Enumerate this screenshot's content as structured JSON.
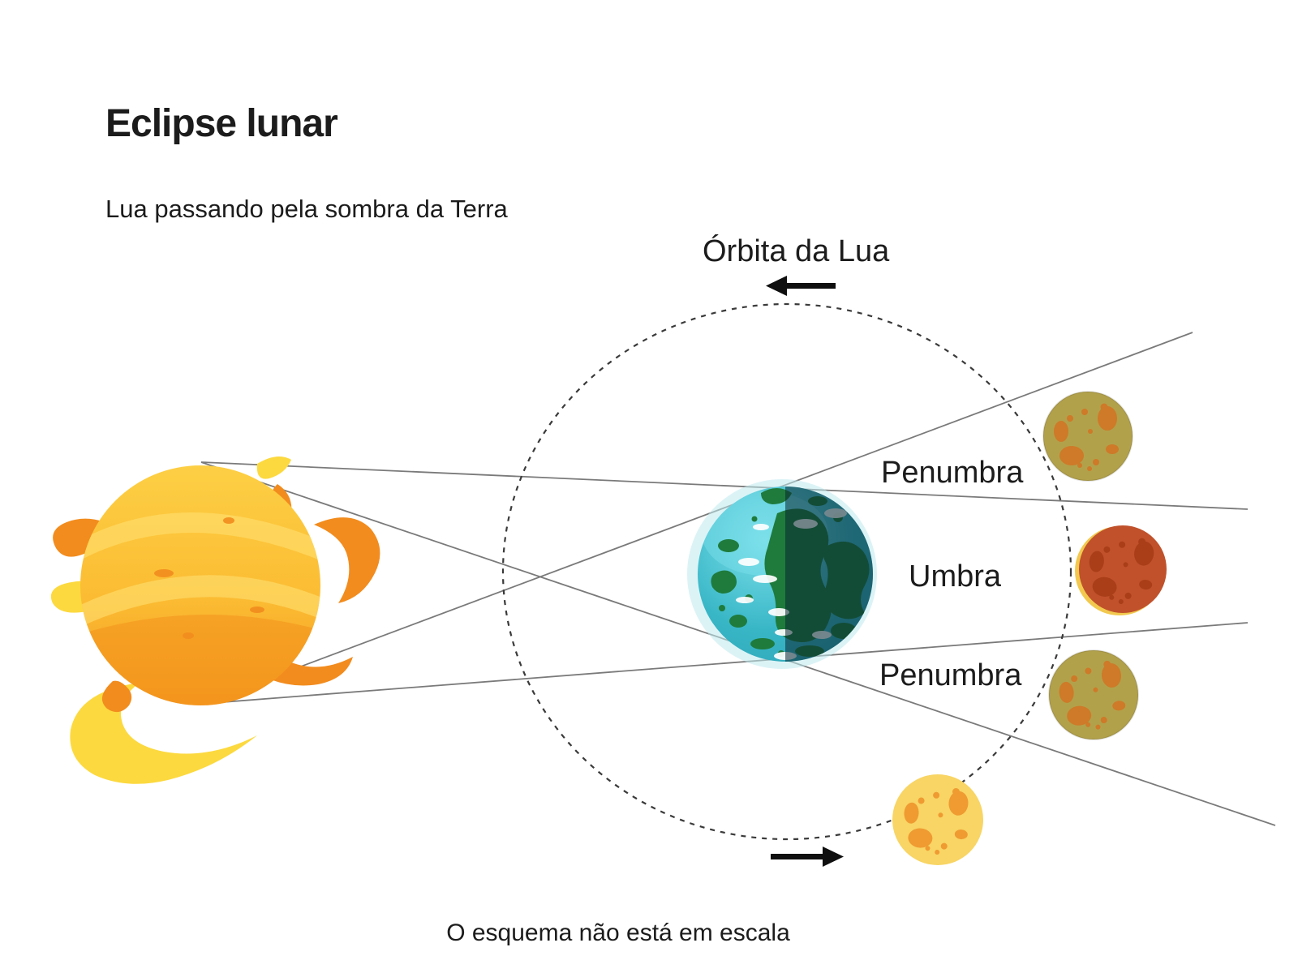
{
  "title": "Eclipse lunar",
  "subtitle": "Lua passando pela sombra da Terra",
  "footer": "O esquema não está em escala",
  "labels": {
    "orbit": "Órbita da Lua",
    "penumbra_top": "Penumbra",
    "umbra": "Umbra",
    "penumbra_bottom": "Penumbra"
  },
  "icons": {
    "orbit_direction_top": "arrow-left",
    "orbit_direction_bottom": "arrow-right"
  },
  "colors": {
    "background": "#FFFFFF",
    "text": "#1C1C1C",
    "shadow_line": "#7A7A7A",
    "orbit_dash": "#3A3A3A",
    "arrow": "#0F0F0F",
    "sun_top": "#FDCF44",
    "sun_mid": "#FBBC33",
    "sun_bottom": "#F5991F",
    "sun_band": "#FFDF70",
    "sun_bottom_band": "#F2921C",
    "flame_orange": "#F28C1E",
    "flame_yellow": "#FCD93F",
    "earth_glow": "#BFE9EF",
    "earth_ocean_light": "#7DE0EA",
    "earth_ocean": "#38B6C6",
    "earth_ocean_deep": "#2BA2B5",
    "earth_land": "#1F7B3C",
    "earth_cloud": "#FFFFFF",
    "earth_shadow": "rgba(9,38,50,0.55)",
    "moon_olive": "#B2A14B",
    "moon_olive_crater": "#CE7A28",
    "moon_red": "#C0512B",
    "moon_red_crater": "#A93E19",
    "moon_red_glow": "#F2C94E",
    "moon_yellow": "#F8D564",
    "moon_yellow_crater": "#EF9B32"
  }
}
